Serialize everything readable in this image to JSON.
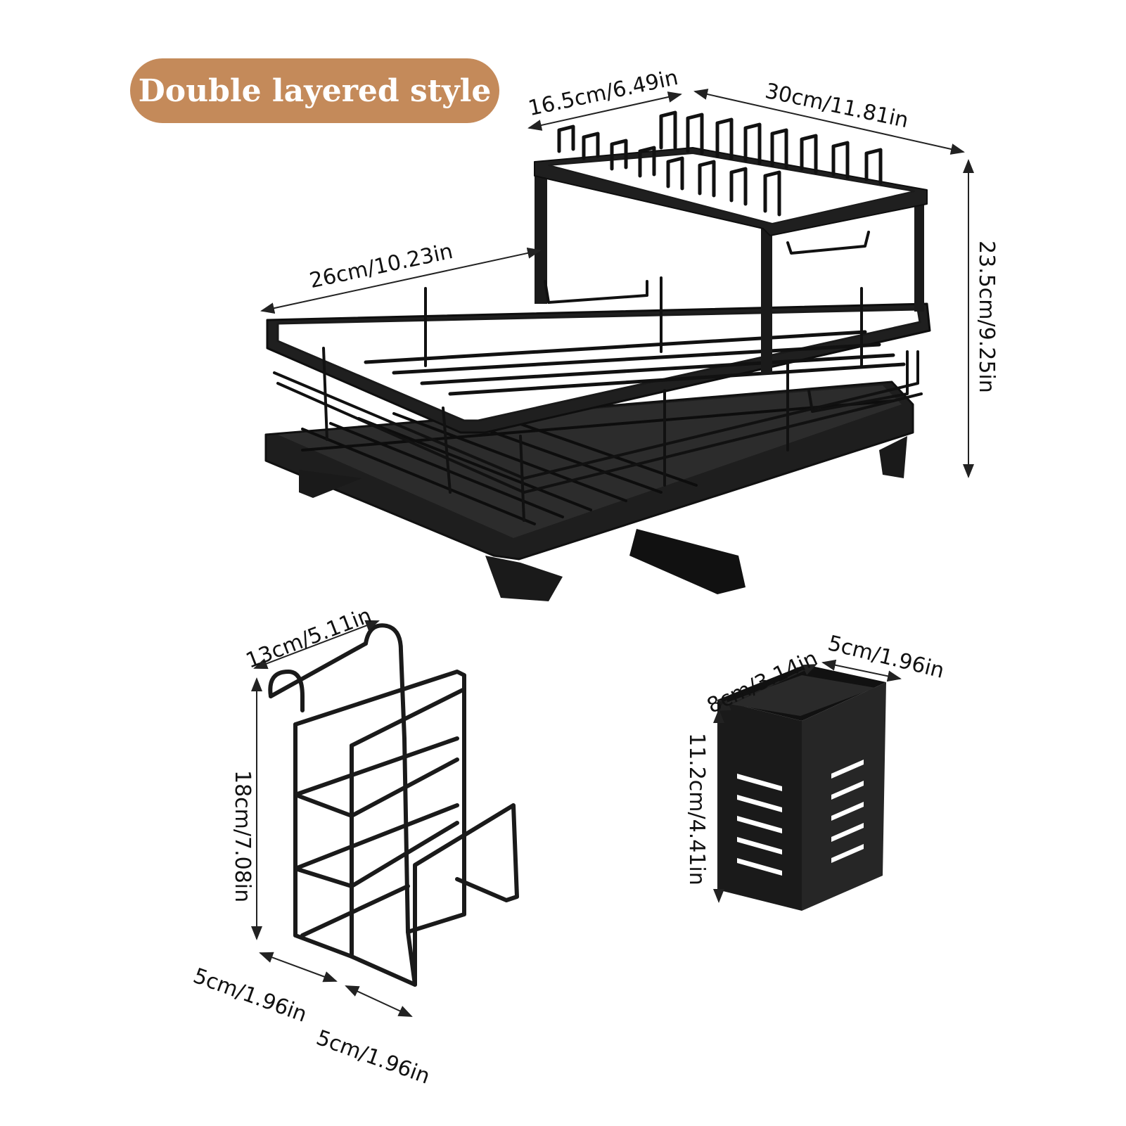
{
  "badge": {
    "label": "Double layered style",
    "color": "#c48a5a"
  },
  "product_color": "#1a1a1a",
  "main_rack": {
    "width": "16.5cm/6.49in",
    "length_top": "30cm/11.81in",
    "length_side": "26cm/10.23in",
    "height": "23.5cm/9.25in"
  },
  "sponge_holder": {
    "width": "13cm/5.11in",
    "height": "18cm/7.08in",
    "depth_left": "5cm/1.96in",
    "depth_right": "5cm/1.96in"
  },
  "utensil_cup": {
    "depth": "8cm/3.14in",
    "width": "5cm/1.96in",
    "height": "11.2cm/4.41in"
  }
}
